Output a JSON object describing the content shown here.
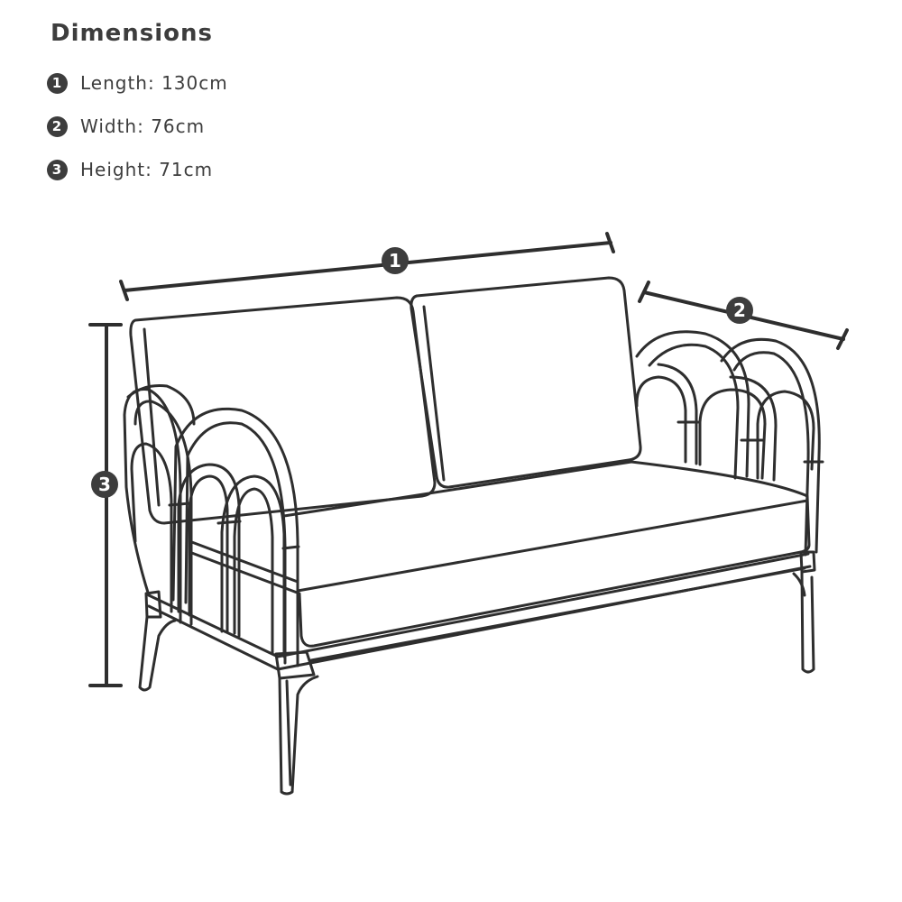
{
  "title": "Dimensions",
  "specs": [
    {
      "marker": "1",
      "text": "Length: 130cm"
    },
    {
      "marker": "2",
      "text": "Width: 76cm"
    },
    {
      "marker": "3",
      "text": "Height: 71cm"
    }
  ],
  "colors": {
    "ink": "#2e2e2e",
    "text": "#3d3d3d",
    "background": "#ffffff"
  }
}
